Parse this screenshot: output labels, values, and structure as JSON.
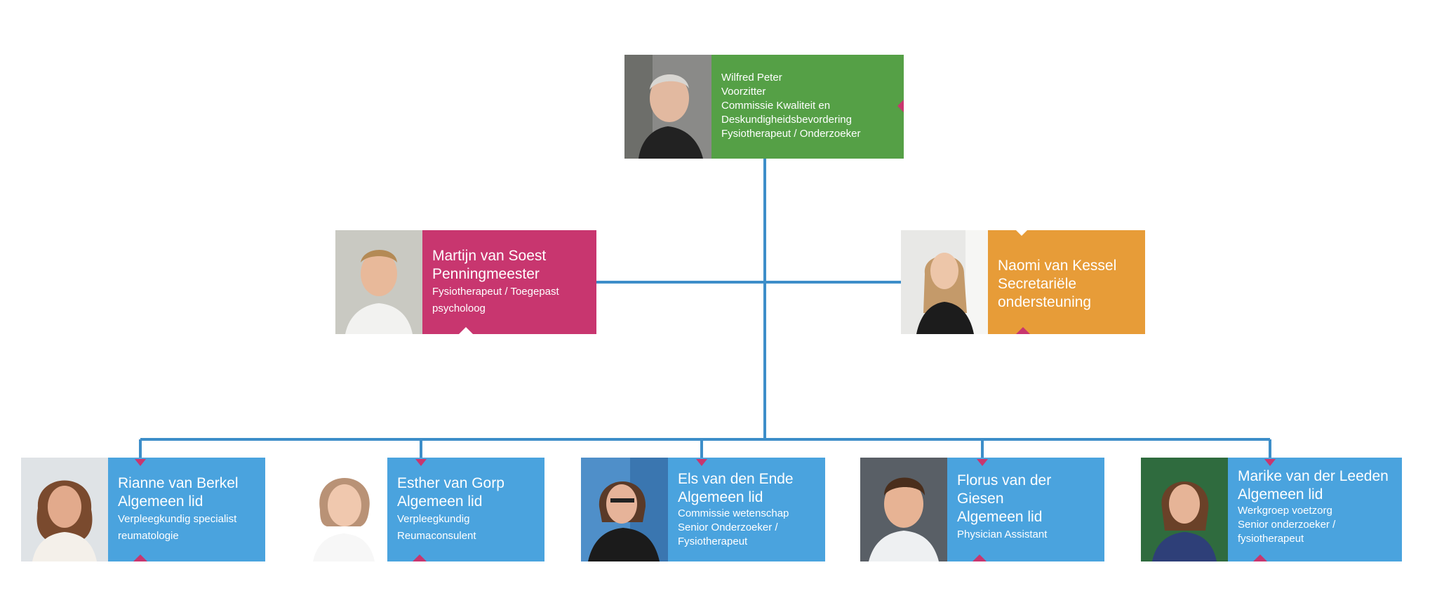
{
  "chair": {
    "name": "Wilfred Peter",
    "role": "Voorzitter",
    "line3": "Commissie Kwaliteit en",
    "line4": "Deskundigheidsbevordering",
    "line5": "Fysiotherapeut / Onderzoeker"
  },
  "treasurer": {
    "name": "Martijn van Soest",
    "role": "Penningmeester",
    "line3": "Fysiotherapeut / Toegepast",
    "line4": "psycholoog"
  },
  "secretary": {
    "name": "Naomi van Kessel",
    "role": "Secretariële",
    "line3": "ondersteuning"
  },
  "members": [
    {
      "name": "Rianne van Berkel",
      "role": "Algemeen lid",
      "line3": "Verpleegkundig specialist",
      "line4": "reumatologie"
    },
    {
      "name": "Esther van Gorp",
      "role": "Algemeen lid",
      "line3": "Verpleegkundig",
      "line4": "Reumaconsulent"
    },
    {
      "name": "Els van den Ende",
      "role": "Algemeen lid",
      "line3": "Commissie wetenschap",
      "line4": "Senior Onderzoeker /",
      "line5": "Fysiotherapeut"
    },
    {
      "name": "Florus van der",
      "name2": "Giesen",
      "role": "Algemeen lid",
      "line3": "Physician Assistant"
    },
    {
      "name": "Marike van der Leeden",
      "role": "Algemeen lid",
      "line3": "Werkgroep voetzorg",
      "line4": "Senior onderzoeker /",
      "line5": "fysiotherapeut"
    }
  ],
  "colors": {
    "chair": "#55a046",
    "treasurer": "#c8366f",
    "secretary": "#e79c38",
    "member": "#4aa3de",
    "connector": "#3d8ec9",
    "notch": "#c8366f"
  }
}
